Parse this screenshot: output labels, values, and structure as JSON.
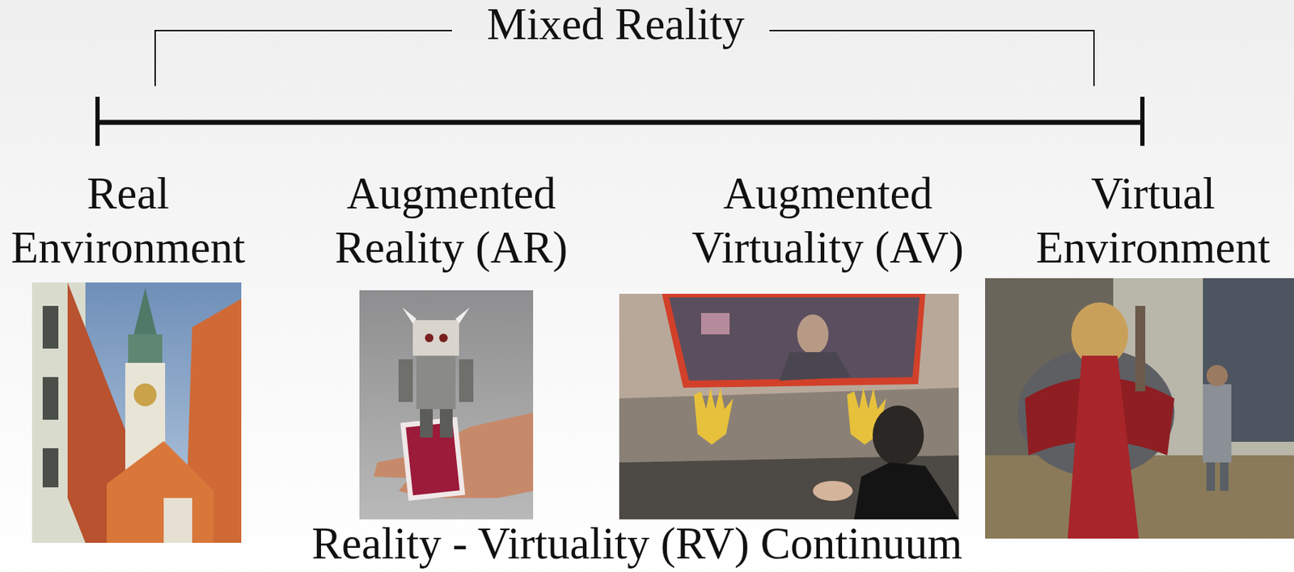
{
  "diagram": {
    "caption": "Reality - Virtuality (RV) Continuum",
    "labels": [
      "Mixed Reality",
      "Real Environment",
      "Augmented Reality (AR)",
      "Augmented Virtuality (AV)",
      "Virtual Environment"
    ]
  }
}
